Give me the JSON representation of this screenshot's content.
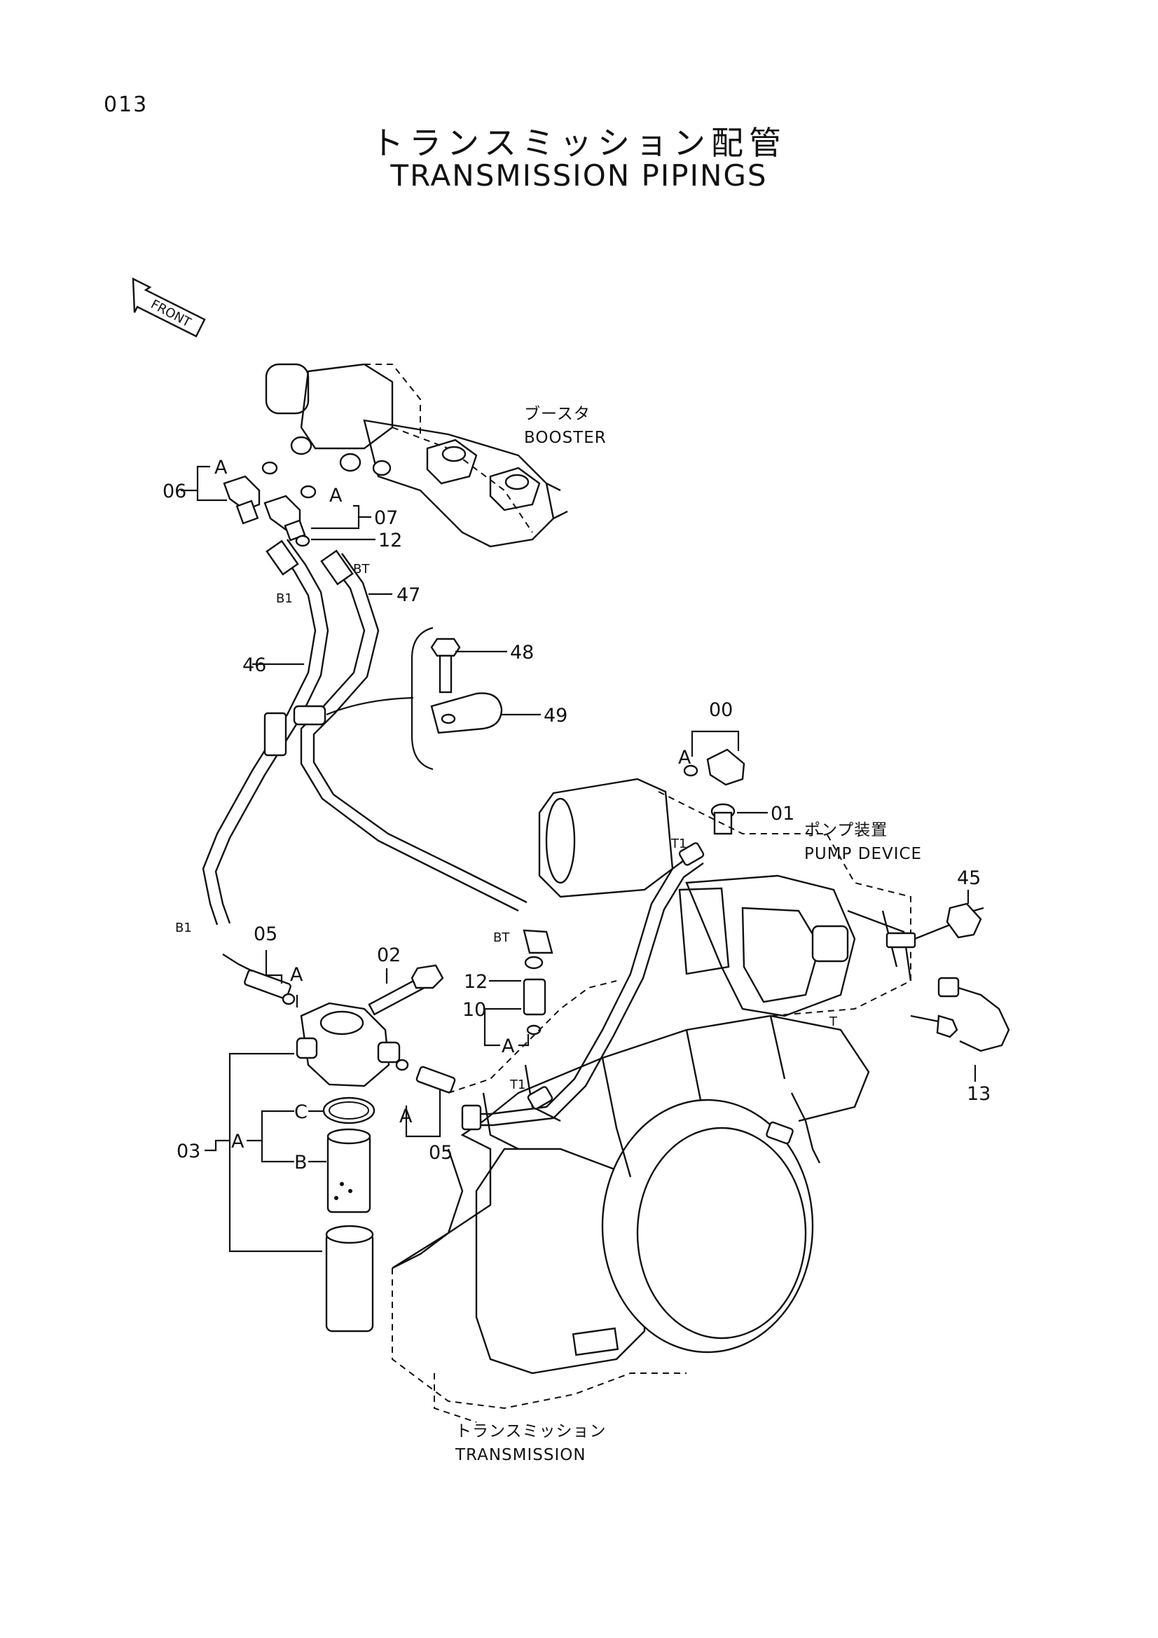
{
  "page": {
    "number": "013",
    "title_jp": "トランスミッション配管",
    "title_en": "TRANSMISSION PIPINGS"
  },
  "orientation": {
    "front_label": "FRONT"
  },
  "components": {
    "booster": {
      "jp": "ブースタ",
      "en": "BOOSTER"
    },
    "pump_device": {
      "jp": "ポンプ装置",
      "en": "PUMP DEVICE"
    },
    "transmission": {
      "jp": "トランスミッション",
      "en": "TRANSMISSION"
    }
  },
  "callouts": {
    "p00": "00",
    "p01": "01",
    "p02": "02",
    "p03": "03",
    "p05a": "05",
    "p05b": "05",
    "p06": "06",
    "p07": "07",
    "p10": "10",
    "p12a": "12",
    "p12b": "12",
    "p13": "13",
    "p45": "45",
    "p46": "46",
    "p47": "47",
    "p48": "48",
    "p49": "49"
  },
  "sub_labels": {
    "a_06": "A",
    "a_07": "A",
    "a_00": "A",
    "a_05a": "A",
    "a_05b": "A",
    "a_10": "A",
    "a_03": "A",
    "b_03": "B",
    "c_03": "C"
  },
  "port_labels": {
    "b1_top": "B1",
    "bt_top": "BT",
    "b1_bottom": "B1",
    "bt_bottom": "BT",
    "t1_pump": "T1",
    "t1_trans": "T1",
    "t_trans": "T"
  }
}
